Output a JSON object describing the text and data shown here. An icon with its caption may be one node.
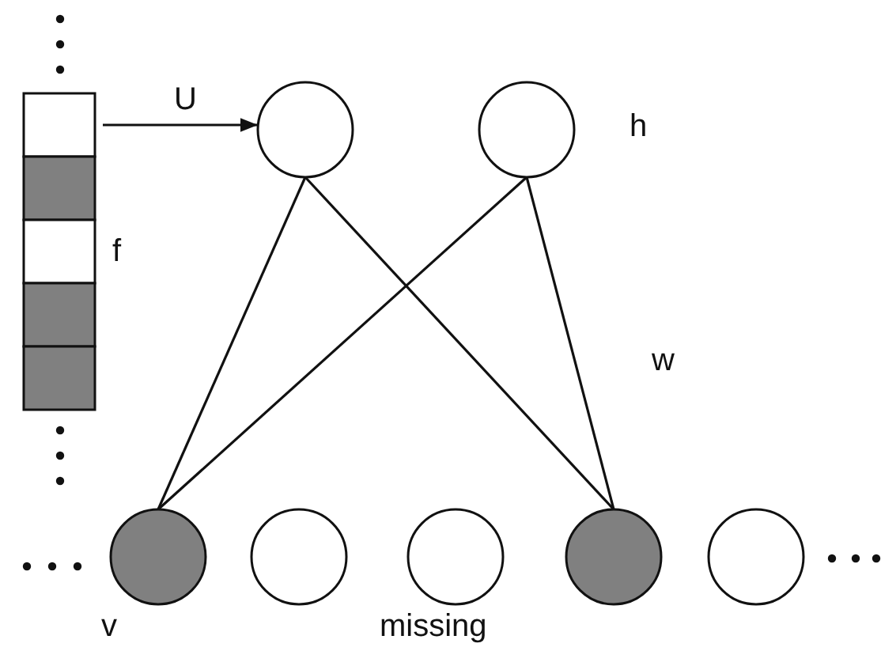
{
  "diagram": {
    "nodes": [
      {
        "text": [],
        "shape": "box"
      },
      {
        "text": [],
        "shape": "box"
      },
      {
        "text": [],
        "shape": "box"
      },
      {
        "text": [],
        "shape": "box"
      },
      {
        "text": [],
        "shape": "box"
      },
      {
        "text": [],
        "shape": "circle"
      },
      {
        "text": [],
        "shape": "circle"
      },
      {
        "text": [],
        "shape": "circle"
      },
      {
        "text": [],
        "shape": "circle"
      },
      {
        "text": [],
        "shape": "circle"
      },
      {
        "text": [],
        "shape": "circle"
      },
      {
        "text": [],
        "shape": "circle"
      }
    ],
    "edges": [
      {
        "from": 0,
        "to": 5,
        "arrow": "to",
        "label": "U"
      },
      {
        "from": 5,
        "to": 7,
        "arrow": "none"
      },
      {
        "from": 5,
        "to": 10,
        "arrow": "none"
      },
      {
        "from": 6,
        "to": 7,
        "arrow": "none"
      },
      {
        "from": 6,
        "to": 10,
        "arrow": "none"
      }
    ],
    "labels": [
      "f",
      "h",
      "w",
      "v",
      "missing"
    ]
  }
}
